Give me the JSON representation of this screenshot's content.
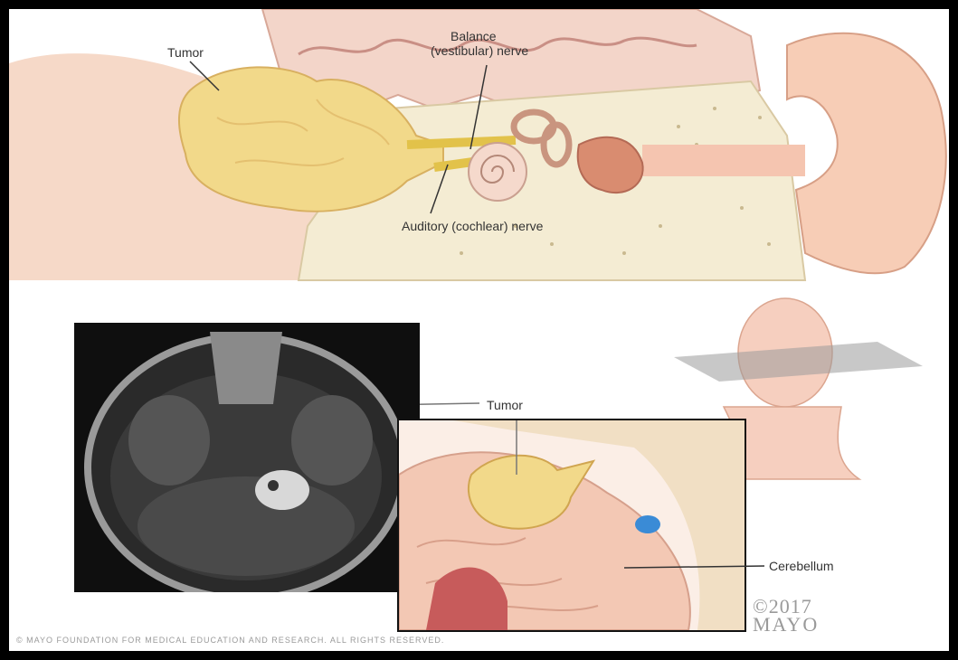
{
  "labels": {
    "tumor_top": "Tumor",
    "balance_nerve_line1": "Balance",
    "balance_nerve_line2": "(vestibular) nerve",
    "auditory_nerve": "Auditory (cochlear) nerve",
    "tumor_mri": "Tumor",
    "cerebellum": "Cerebellum"
  },
  "copyright": {
    "year": "©2017",
    "brand": "MAYO",
    "footer": "© MAYO FOUNDATION FOR MEDICAL EDUCATION AND RESEARCH. ALL RIGHTS RESERVED."
  },
  "colors": {
    "tumor": "#f2d98a",
    "skin": "#f7d2bf",
    "bone": "#f4ecd3",
    "cerebellum": "#f3c8b4",
    "mri_dark": "#1a1a1a",
    "mri_gray": "#777777"
  }
}
